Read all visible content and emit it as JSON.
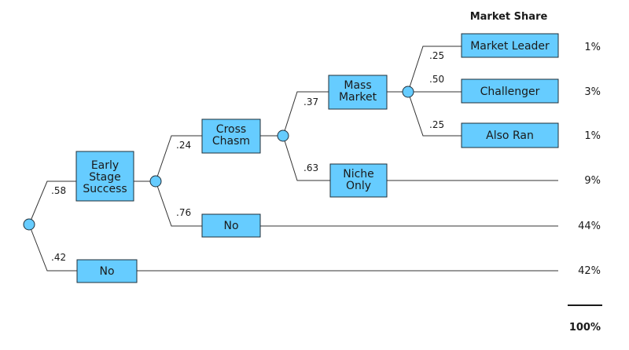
{
  "header": {
    "market_share": "Market Share"
  },
  "nodes": {
    "early_stage_success": "Early Stage Success",
    "no_early": "No",
    "cross_chasm": "Cross Chasm",
    "no_chasm": "No",
    "mass_market": "Mass Market",
    "niche_only": "Niche Only",
    "market_leader": "Market Leader",
    "challenger": "Challenger",
    "also_ran": "Also Ran"
  },
  "probabilities": {
    "early_stage_success": ".58",
    "no_early": ".42",
    "cross_chasm": ".24",
    "no_chasm": ".76",
    "mass_market": ".37",
    "niche_only": ".63",
    "market_leader": ".25",
    "challenger": ".50",
    "also_ran": ".25"
  },
  "shares": {
    "market_leader": "1%",
    "challenger": "3%",
    "also_ran": "1%",
    "niche_only": "9%",
    "no_chasm": "44%",
    "no_early": "42%"
  },
  "total": "100%",
  "colors": {
    "node_fill": "#66ccff",
    "node_stroke": "#1f2f3a",
    "line": "#333333"
  }
}
